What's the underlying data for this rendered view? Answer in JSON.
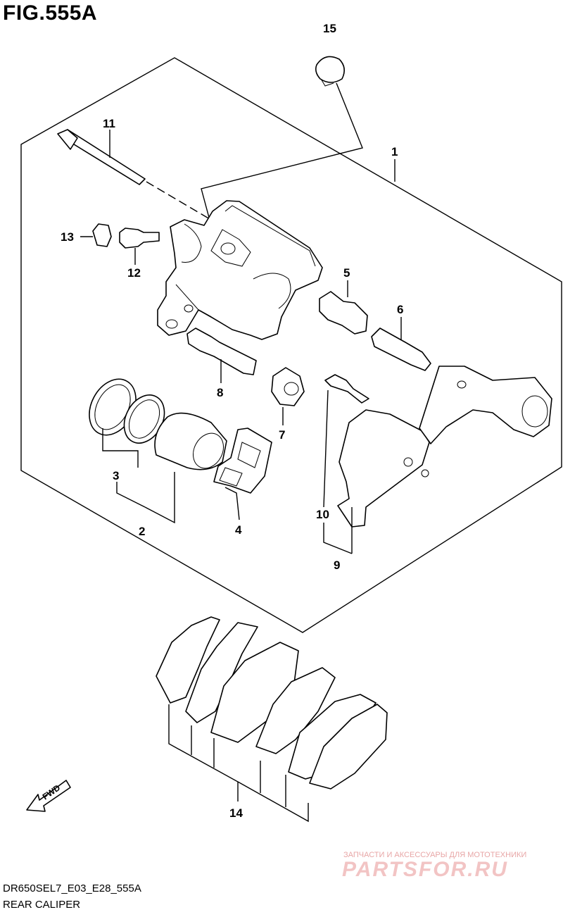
{
  "figure": {
    "title": "FIG.555A"
  },
  "callouts": {
    "c1": "1",
    "c2": "2",
    "c3": "3",
    "c4": "4",
    "c5": "5",
    "c6": "6",
    "c7": "7",
    "c8": "8",
    "c9": "9",
    "c10": "10",
    "c11": "11",
    "c12": "12",
    "c13": "13",
    "c14": "14",
    "c15": "15"
  },
  "fwd_label": "FWD",
  "footer": {
    "code": "DR650SEL7_E03_E28_555A",
    "name": "REAR CALIPER"
  },
  "watermark": {
    "tagline": "ЗАПЧАСТИ И АКСЕССУАРЫ ДЛЯ МОТОТЕХНИКИ",
    "logo": "PARTSFOR.RU"
  },
  "colors": {
    "line": "#000000",
    "watermark": "#e8a6a6"
  }
}
